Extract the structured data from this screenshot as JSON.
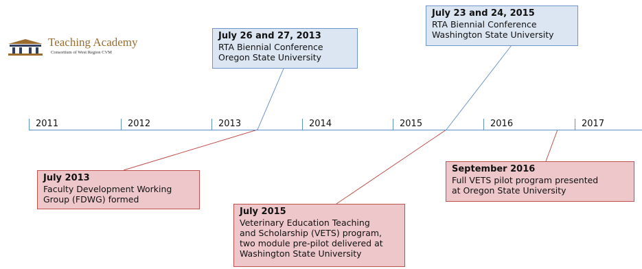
{
  "logo": {
    "name": "Teaching Academy",
    "subtitle": "Consortium of West Region CVM"
  },
  "timeline": {
    "years": [
      "2011",
      "2012",
      "2013",
      "2014",
      "2015",
      "2016",
      "2017"
    ]
  },
  "events": {
    "conf_2013": {
      "title": "July 26 and 27, 2013",
      "lines": [
        "RTA Biennial Conference",
        "Oregon State University"
      ]
    },
    "conf_2015": {
      "title": "July 23 and 24, 2015",
      "lines": [
        "RTA Biennial Conference",
        "Washington State University"
      ]
    },
    "fdwg_2013": {
      "title": "July 2013",
      "lines": [
        "Faculty Development Working",
        "Group (FDWG) formed"
      ]
    },
    "vets_2015": {
      "title": "July 2015",
      "lines": [
        "Veterinary Education Teaching",
        "and Scholarship (VETS) program,",
        "two module pre-pilot delivered at",
        "Washington State University"
      ]
    },
    "vets_2016": {
      "title": "September 2016",
      "lines": [
        "Full VETS pilot program presented",
        "at Oregon State University"
      ]
    }
  },
  "colors": {
    "conference_fill": "#dce6f2",
    "conference_border": "#6d95c9",
    "milestone_fill": "#eec7cb",
    "milestone_border": "#c0504d",
    "axis": "#5b8fcf"
  }
}
